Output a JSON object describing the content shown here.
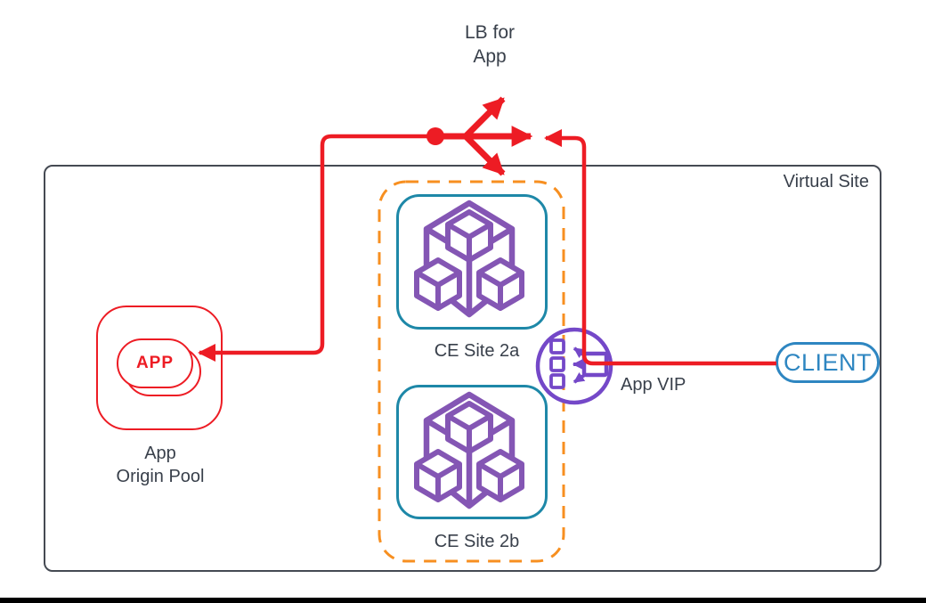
{
  "colors": {
    "red": "#ED1C24",
    "purple_cubes": "#8456B4",
    "purple_vip": "#7448C8",
    "teal_ce_border": "#1E88A8",
    "blue_client": "#2E86C1",
    "orange_dashed": "#F78F20",
    "text_dark": "#39404B",
    "container_border": "#454A53"
  },
  "lb": {
    "label": "LB for\nApp"
  },
  "virtual_site": {
    "label": "Virtual Site"
  },
  "origin_pool": {
    "app_badge": "APP",
    "label": "App\nOrigin Pool"
  },
  "ce_sites": {
    "site_a": {
      "label": "CE Site 2a"
    },
    "site_b": {
      "label": "CE Site 2b"
    }
  },
  "app_vip": {
    "label": "App VIP"
  },
  "client": {
    "label": "CLIENT"
  }
}
